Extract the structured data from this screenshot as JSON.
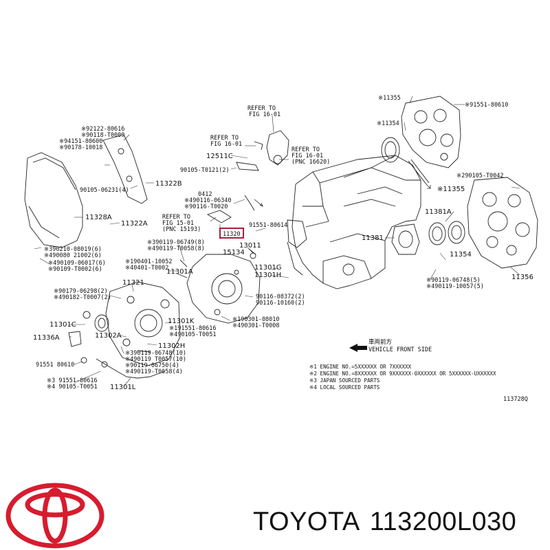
{
  "colors": {
    "logo": "#d71c2f",
    "highlight": "#b01a3c",
    "ink": "#222222"
  },
  "diagram": {
    "labels": [
      {
        "id": "l11355a",
        "text": "※11355"
      },
      {
        "id": "l91551a",
        "text": "※91551-80610"
      },
      {
        "id": "l11354a",
        "text": "※11354"
      },
      {
        "id": "lrefer1",
        "text": "REFER TO"
      },
      {
        "id": "lfig1",
        "text": "FIG 16-01"
      },
      {
        "id": "lrefer2",
        "text": "REFER TO"
      },
      {
        "id": "lfig2",
        "text": "FIG 16-01"
      },
      {
        "id": "lrefer3",
        "text": "REFER TO"
      },
      {
        "id": "lfig3",
        "text": "FIG 16-01"
      },
      {
        "id": "lpnc16620",
        "text": "(PNC 16620)"
      },
      {
        "id": "l12511c",
        "text": "12511C"
      },
      {
        "id": "l90105t0121",
        "text": "90105-T0121(2)"
      },
      {
        "id": "l92122",
        "text": "※92122-80616"
      },
      {
        "id": "l90118t0009",
        "text": "※90118-T0009"
      },
      {
        "id": "l94151",
        "text": "※94151-80600"
      },
      {
        "id": "l90178",
        "text": "※90178-10018"
      },
      {
        "id": "l90105_06231",
        "text": "90105-06231(4)"
      },
      {
        "id": "l11322b",
        "text": "11322B"
      },
      {
        "id": "l0412",
        "text": "0412"
      },
      {
        "id": "l90116_06340",
        "text": "※490116-06340"
      },
      {
        "id": "l90116_t0020",
        "text": "※90116-T0020"
      },
      {
        "id": "l290105",
        "text": "※290105-T0042"
      },
      {
        "id": "l11355b",
        "text": "※11355"
      },
      {
        "id": "lrefer4",
        "text": "REFER TO"
      },
      {
        "id": "lfig4",
        "text": "FIG 15-01"
      },
      {
        "id": "lpnc15193",
        "text": "(PNC 15193)"
      },
      {
        "id": "l11328a",
        "text": "11328A"
      },
      {
        "id": "l11322a",
        "text": "11322A"
      },
      {
        "id": "l11320",
        "text": "11320"
      },
      {
        "id": "l91551_80614",
        "text": "91551-80614"
      },
      {
        "id": "l11381a",
        "text": "11381A"
      },
      {
        "id": "l11381",
        "text": "11381"
      },
      {
        "id": "l390119",
        "text": "※390119-06749(8)"
      },
      {
        "id": "l490119",
        "text": "※490119-T0058(8)"
      },
      {
        "id": "l13011",
        "text": "13011"
      },
      {
        "id": "l390210",
        "text": "※390210-08019(6)"
      },
      {
        "id": "l490080",
        "text": "※490080 21002(6)"
      },
      {
        "id": "l15134",
        "text": "15134"
      },
      {
        "id": "l11354b",
        "text": "11354"
      },
      {
        "id": "l90109_06017",
        "text": "※490109-06017(6)"
      },
      {
        "id": "l90109_t0002",
        "text": "※90109-T0002(6)"
      },
      {
        "id": "l90401",
        "text": "※190401-10052"
      },
      {
        "id": "l40401",
        "text": "※40401-T0002"
      },
      {
        "id": "l11301g",
        "text": "11301G"
      },
      {
        "id": "l11301a",
        "text": "11301A"
      },
      {
        "id": "l11301h",
        "text": "11301H"
      },
      {
        "id": "l90119_06748",
        "text": "※90119-06748(5)"
      },
      {
        "id": "l90119_10057",
        "text": "※490119-10057(5)"
      },
      {
        "id": "l11356",
        "text": "11356"
      },
      {
        "id": "l11321",
        "text": "11321"
      },
      {
        "id": "l90179",
        "text": "※90179-06298(2)"
      },
      {
        "id": "l90182",
        "text": "※490182-T0007(2)"
      },
      {
        "id": "l90116_08372",
        "text": "90116-08372(2)"
      },
      {
        "id": "l90116_10160",
        "text": "90116-10160(2)"
      },
      {
        "id": "l90301",
        "text": "※190301-08010"
      },
      {
        "id": "l490301",
        "text": "※490301-T0008"
      },
      {
        "id": "l11301c",
        "text": "11301C"
      },
      {
        "id": "l11301k",
        "text": "11301K"
      },
      {
        "id": "l91551_80616",
        "text": "※191551-80616"
      },
      {
        "id": "l90105_t0051",
        "text": "※490105-T0051"
      },
      {
        "id": "l11336a",
        "text": "11336A"
      },
      {
        "id": "l11302a",
        "text": "11302A"
      },
      {
        "id": "l11302h",
        "text": "11302H"
      },
      {
        "id": "l90119_06748b",
        "text": "※390119-06748(10)"
      },
      {
        "id": "l90119_t0057",
        "text": "※490119 T0057(10)"
      },
      {
        "id": "l90119_06750",
        "text": "※90119-06750(4)"
      },
      {
        "id": "l90119_t0058",
        "text": "※490119-T0058(4)"
      },
      {
        "id": "l91551_80610b",
        "text": "91551 80610"
      },
      {
        "id": "l91551_80616b",
        "text": "※3 91551-80616"
      },
      {
        "id": "l90105_t0051b",
        "text": "※4 90105-T0051"
      },
      {
        "id": "l11301l",
        "text": "11301L"
      },
      {
        "id": "lfront_jp",
        "text": "車両前方"
      },
      {
        "id": "lfront",
        "text": "VEHICLE FRONT SIDE"
      },
      {
        "id": "lcode",
        "text": "113728Q"
      }
    ],
    "notes": [
      "※1 ENGINE NO.=5XXXXXX OR 7XXXXXX",
      "※2 ENGINE NO.=8XXXXXX OR 9XXXXXX-0XXXXXX OR 5XXXXXX-UXXXXXX",
      "※3 JAPAN SOURCED PARTS",
      "※4 LOCAL SOURCED PARTS"
    ]
  },
  "footer": {
    "logo_icon": "toyota-logo",
    "brand": "TOYOTA",
    "part_number": "113200L030"
  }
}
